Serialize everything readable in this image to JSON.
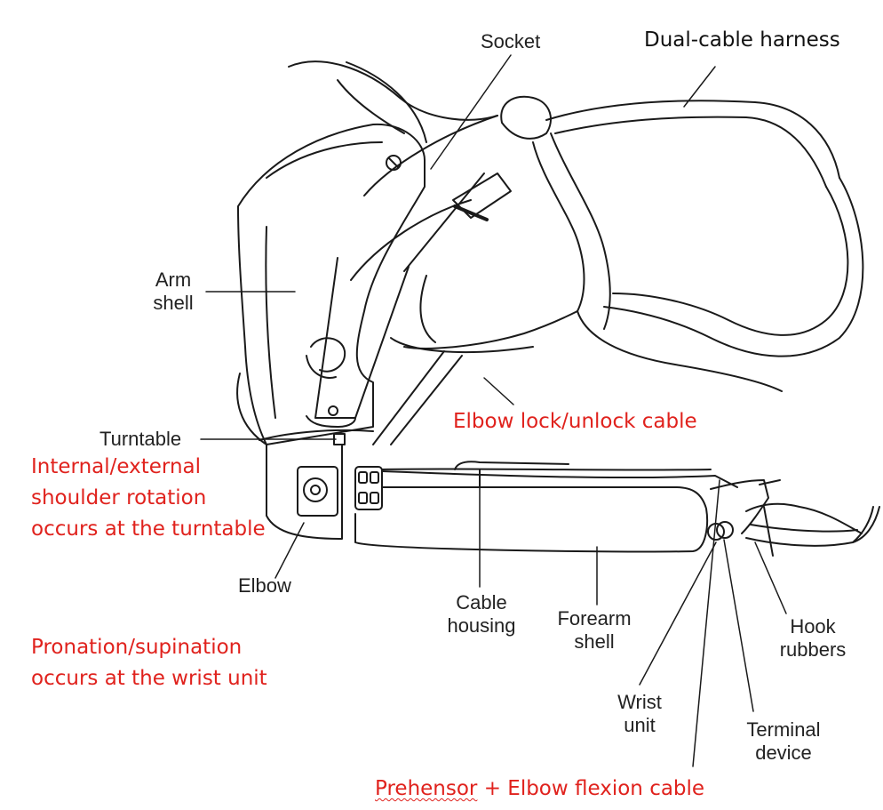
{
  "labels": {
    "socket": "Socket",
    "harness": "Dual-cable harness",
    "arm_shell_1": "Arm",
    "arm_shell_2": "shell",
    "turntable": "Turntable",
    "elbow": "Elbow",
    "cable_housing_1": "Cable",
    "cable_housing_2": "housing",
    "forearm_shell_1": "Forearm",
    "forearm_shell_2": "shell",
    "wrist_unit_1": "Wrist",
    "wrist_unit_2": "unit",
    "hook_rubbers_1": "Hook",
    "hook_rubbers_2": "rubbers",
    "terminal_device_1": "Terminal",
    "terminal_device_2": "device"
  },
  "notes": {
    "elbow_lock": "Elbow lock/unlock cable",
    "rotation_1": "Internal/external",
    "rotation_2": "shoulder rotation",
    "rotation_3": "occurs at the turntable",
    "pronation_1": "Pronation/supination",
    "pronation_2": "occurs at the wrist unit",
    "prehensor_word": "Prehensor",
    "prehensor_rest": " + Elbow flexion cable"
  },
  "colors": {
    "note_red": "#e0221d",
    "line": "#1a1a1a"
  }
}
